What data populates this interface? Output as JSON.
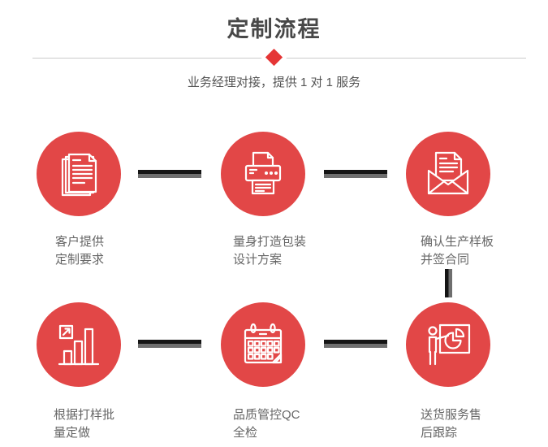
{
  "colors": {
    "red": "#e24747",
    "diamond_red": "#e53535",
    "title_color": "#484848",
    "subtitle_color": "#555555",
    "label_color": "#666666",
    "connector_black": "#141414",
    "connector_gray": "#6e6e6e",
    "divider_gray": "#cccccc"
  },
  "header": {
    "title": "定制流程",
    "subtitle": "业务经理对接，提供 1 对 1 服务"
  },
  "steps": [
    {
      "icon": "documents-icon",
      "line1": "客户提供",
      "line2": "定制要求"
    },
    {
      "icon": "printer-icon",
      "line1": "量身打造包装",
      "line2": "设计方案"
    },
    {
      "icon": "envelope-letter-icon",
      "line1": "确认生产样板",
      "line2": "并签合同"
    },
    {
      "icon": "bar-chart-icon",
      "line1": "根据打样批",
      "line2": "量定做"
    },
    {
      "icon": "calendar-icon",
      "line1": "品质管控QC",
      "line2": "全检"
    },
    {
      "icon": "presentation-icon",
      "line1": "送货服务售",
      "line2": "后跟踪"
    }
  ]
}
